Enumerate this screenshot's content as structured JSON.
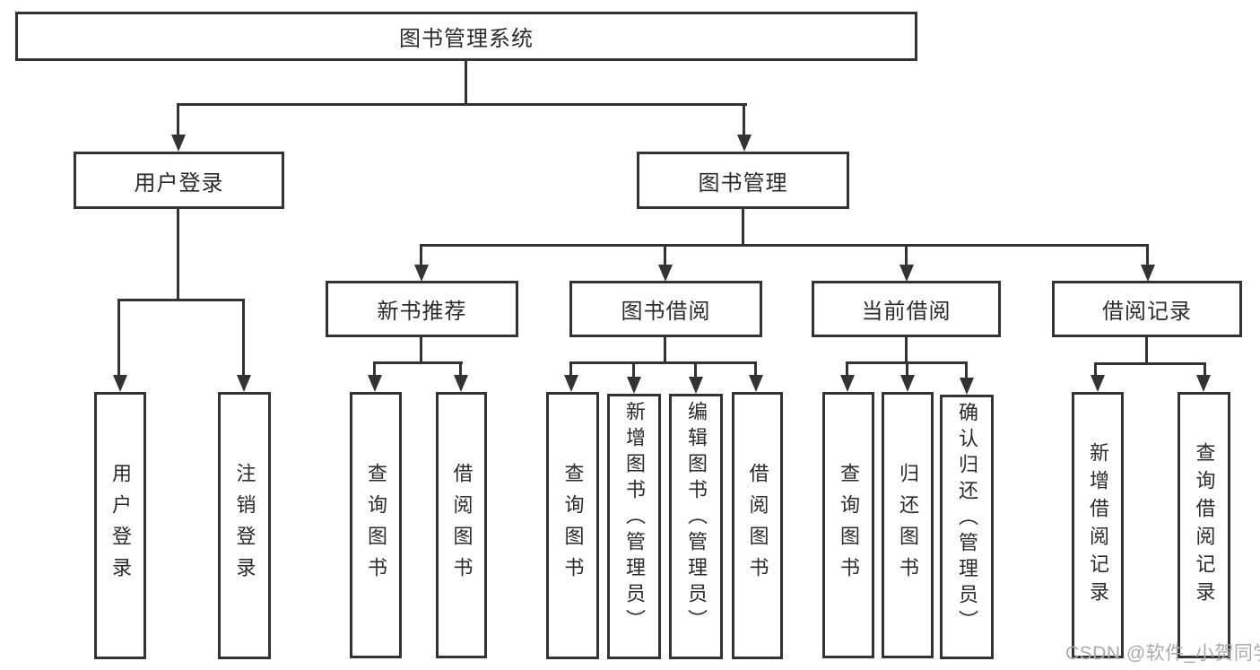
{
  "diagram": {
    "root": "图书管理系统",
    "user_login": "用户登录",
    "book_management": "图书管理",
    "new_book_recommend": "新书推荐",
    "book_borrowing": "图书借阅",
    "current_borrowing": "当前借阅",
    "borrowing_records": "借阅记录",
    "leaves": {
      "login": "用户登录",
      "logout": "注销登录",
      "recommend_query_books": "查询图书",
      "recommend_borrow_books": "借阅图书",
      "borrowing_query_books": "查询图书",
      "borrowing_add_books": "新增图书（管理员）",
      "borrowing_edit_books": "编辑图书（管理员）",
      "borrowing_borrow_books": "借阅图书",
      "current_query_books": "查询图书",
      "current_return_books": "归还图书",
      "current_confirm_return": "确认归还（管理员）",
      "records_add_record": "新增借阅记录",
      "records_query_record": "查询借阅记录"
    }
  },
  "watermark": "CSDN @软件_小贺同学",
  "colors": {
    "line": "#333333",
    "text": "#2b2b2b",
    "watermark": "#ababab",
    "background": "#ffffff"
  }
}
